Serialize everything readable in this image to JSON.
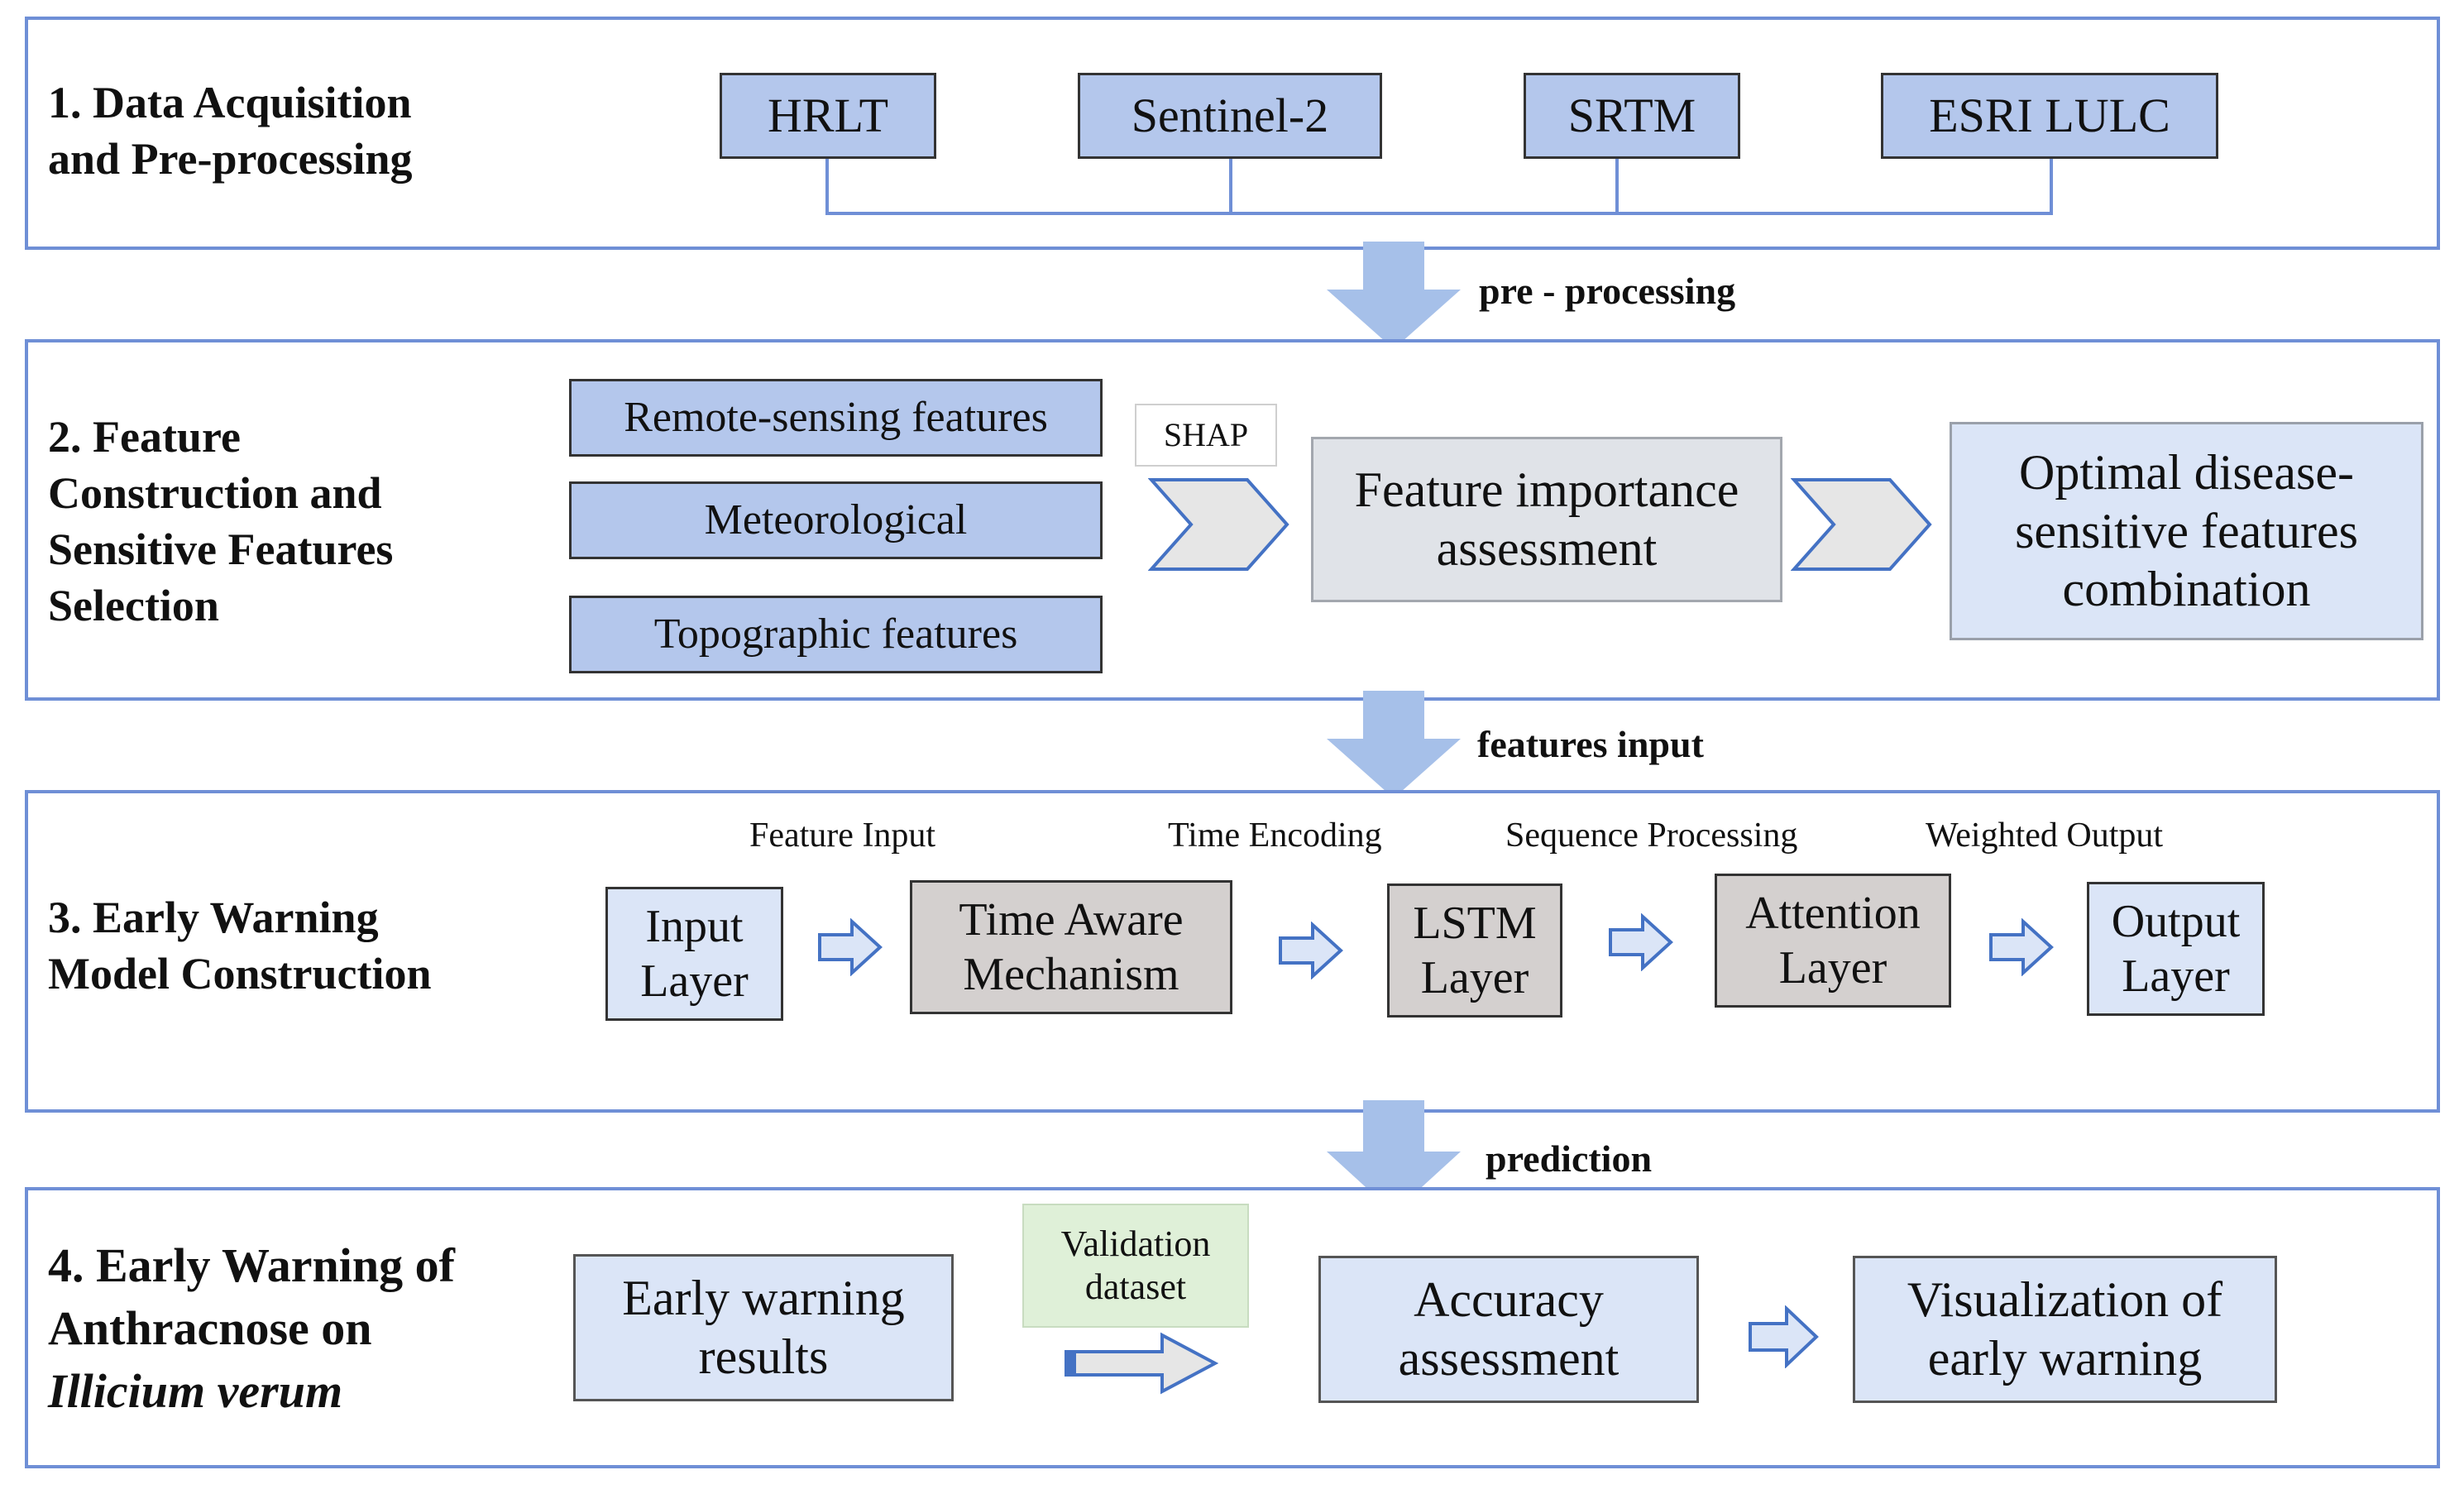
{
  "colors": {
    "stage_border": "#6f8fd6",
    "source_box": "#b4c7ec",
    "light_box": "#dbe5f7",
    "gray_box": "#d4d0cf",
    "down_arrow": "#a6c0e9",
    "validation_box": "#dff0d8"
  },
  "stage1": {
    "title_line1": "1. Data Acquisition",
    "title_line2": "and Pre-processing",
    "sources": [
      "HRLT",
      "Sentinel-2",
      "SRTM",
      "ESRI LULC"
    ]
  },
  "flow1_label": "pre - processing",
  "stage2": {
    "title_lines": [
      "2. Feature",
      "Construction and",
      "Sensitive Features",
      "Selection"
    ],
    "feature_boxes": [
      "Remote-sensing features",
      "Meteorological",
      "Topographic features"
    ],
    "shap_label": "SHAP",
    "importance_lines": [
      "Feature importance",
      "assessment"
    ],
    "optimal_lines": [
      "Optimal disease-",
      "sensitive features",
      "combination"
    ]
  },
  "flow2_label": "features input",
  "stage3": {
    "title_line1": "3. Early Warning",
    "title_line2": "Model Construction",
    "step_labels": [
      "Feature Input",
      "Time Encoding",
      "Sequence Processing",
      "Weighted Output"
    ],
    "layers": [
      {
        "line1": "Input",
        "line2": "Layer"
      },
      {
        "line1": "Time Aware",
        "line2": "Mechanism"
      },
      {
        "line1": "LSTM",
        "line2": "Layer"
      },
      {
        "line1": "Attention",
        "line2": "Layer"
      },
      {
        "line1": "Output",
        "line2": "Layer"
      }
    ]
  },
  "flow3_label": "prediction",
  "stage4": {
    "title_line1": "4. Early Warning of",
    "title_line2": "Anthracnose on",
    "title_line3": "Illicium verum",
    "results_lines": [
      "Early warning",
      "results"
    ],
    "validation_lines": [
      "Validation",
      "dataset"
    ],
    "accuracy_lines": [
      "Accuracy",
      "assessment"
    ],
    "visualization_lines": [
      "Visualization of",
      "early warning"
    ]
  }
}
